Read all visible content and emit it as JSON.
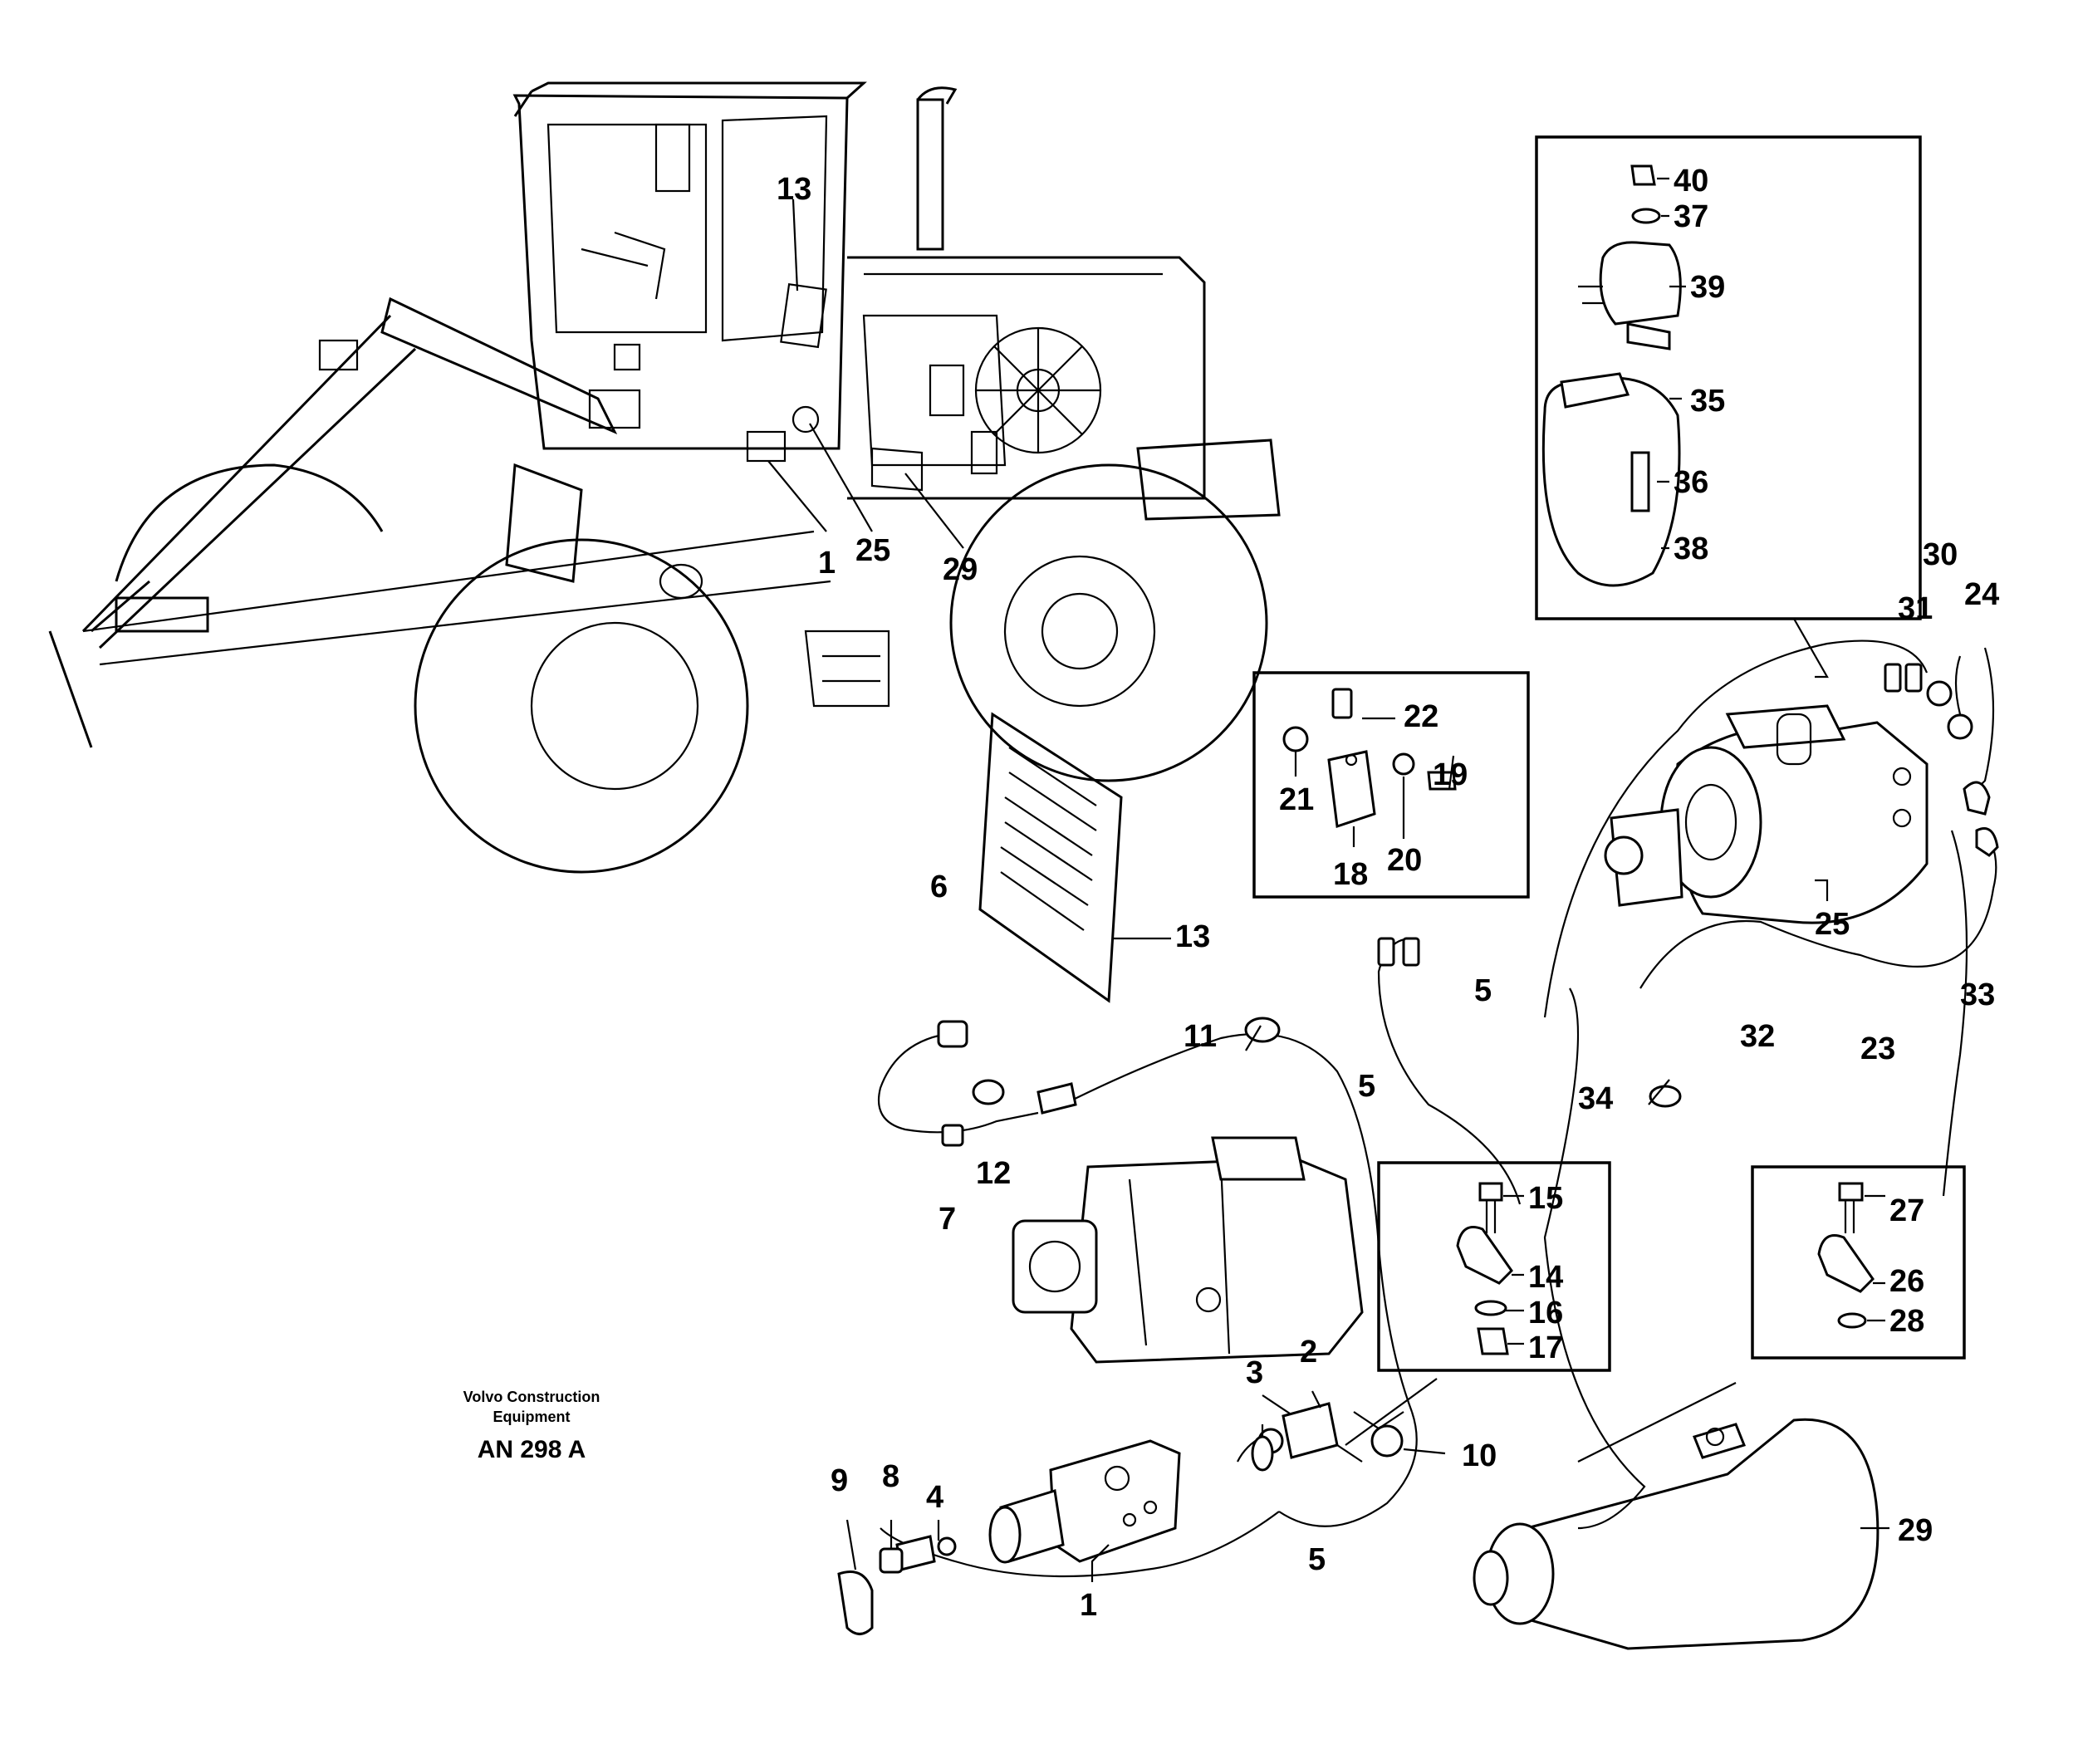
{
  "caption": {
    "publisher_line1": "Volvo Construction",
    "publisher_line2": "Equipment",
    "drawing_number": "AN 298 A"
  },
  "callouts": {
    "c1": "1",
    "c2": "2",
    "c3": "3",
    "c4": "4",
    "c5": "5",
    "c6": "6",
    "c7": "7",
    "c8": "8",
    "c9": "9",
    "c10": "10",
    "c11": "11",
    "c12": "12",
    "c13": "13",
    "c14": "14",
    "c15": "15",
    "c16": "16",
    "c17": "17",
    "c18": "18",
    "c19": "19",
    "c20": "20",
    "c21": "21",
    "c22": "22",
    "c23": "23",
    "c24": "24",
    "c25": "25",
    "c26": "26",
    "c27": "27",
    "c28": "28",
    "c29": "29",
    "c30": "30",
    "c31": "31",
    "c32": "32",
    "c33": "33",
    "c34": "34",
    "c35": "35",
    "c36": "36",
    "c37": "37",
    "c38": "38",
    "c39": "39",
    "c40": "40"
  }
}
